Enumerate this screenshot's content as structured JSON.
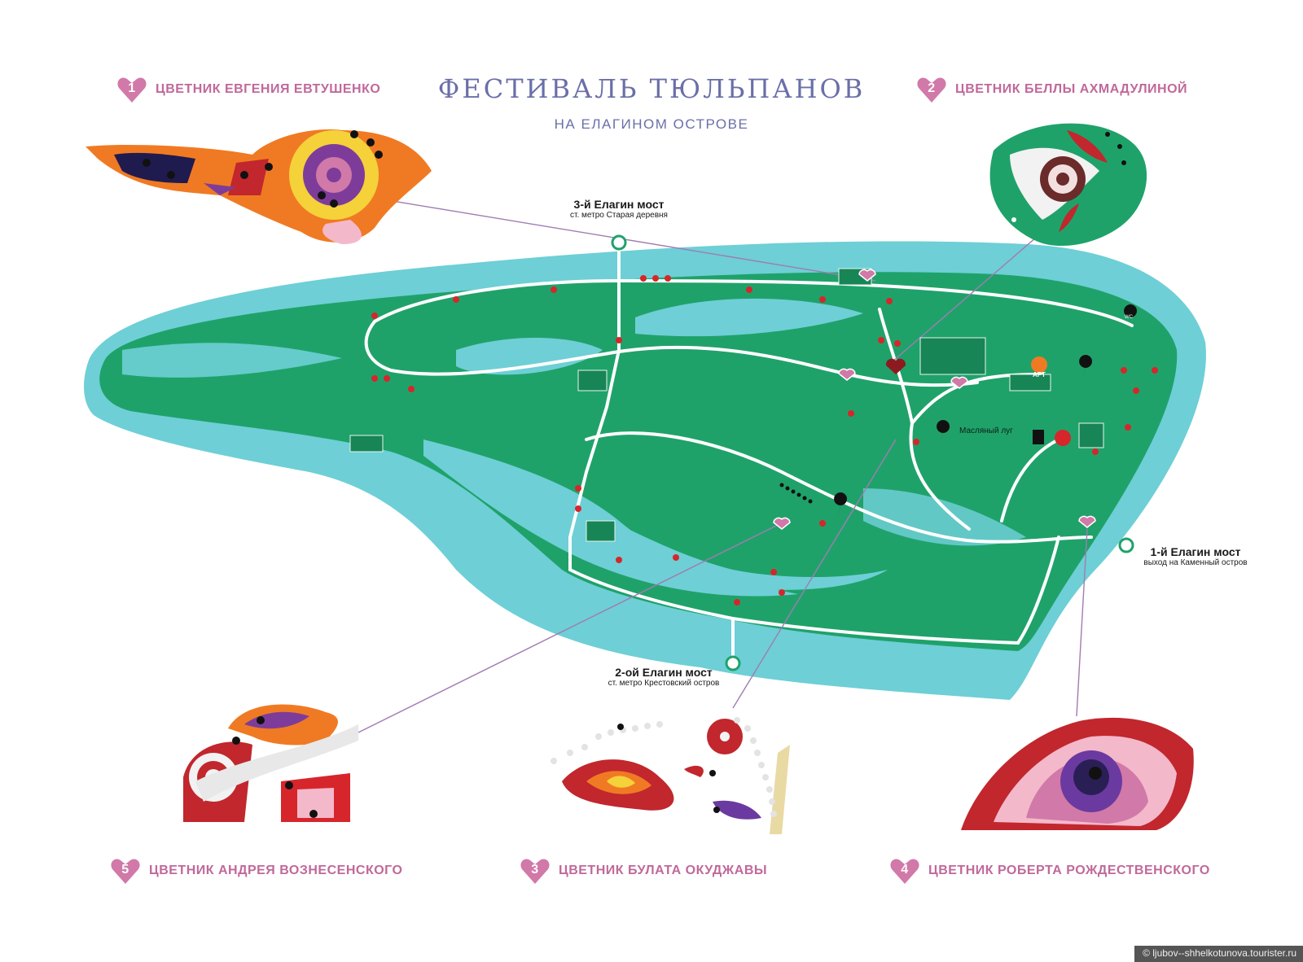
{
  "header": {
    "title": "ФЕСТИВАЛЬ ТЮЛЬПАНОВ",
    "subtitle": "НА ЕЛАГИНОМ ОСТРОВЕ"
  },
  "flower_beds": [
    {
      "num": "1",
      "label": "ЦВЕТНИК ЕВГЕНИЯ ЕВТУШЕНКО"
    },
    {
      "num": "2",
      "label": "ЦВЕТНИК БЕЛЛЫ АХМАДУЛИНОЙ"
    },
    {
      "num": "5",
      "label": "ЦВЕТНИК АНДРЕЯ ВОЗНЕСЕНСКОГО"
    },
    {
      "num": "3",
      "label": "ЦВЕТНИК БУЛАТА ОКУДЖАВЫ"
    },
    {
      "num": "4",
      "label": "ЦВЕТНИК РОБЕРТА РОЖДЕСТВЕНСКОГО"
    }
  ],
  "bridges": [
    {
      "name": "3-й Елагин мост",
      "sub": "ст. метро Старая деревня"
    },
    {
      "name": "1-й Елагин мост",
      "sub": "выход на Каменный остров"
    },
    {
      "name": "2-ой Елагин мост",
      "sub": "ст. метро Крестовский остров"
    }
  ],
  "map_labels": {
    "meadow": "Масляный луг",
    "art": "АРТ",
    "wc": "WC"
  },
  "watermark": "© ljubov--shhelkotunova.tourister.ru",
  "colors": {
    "water": "#6ecfd6",
    "land": "#1fa26a",
    "path": "#ffffff",
    "accent_pink": "#d179a8",
    "title_blue": "#6a6fa8",
    "tulip_red": "#d6262b"
  }
}
